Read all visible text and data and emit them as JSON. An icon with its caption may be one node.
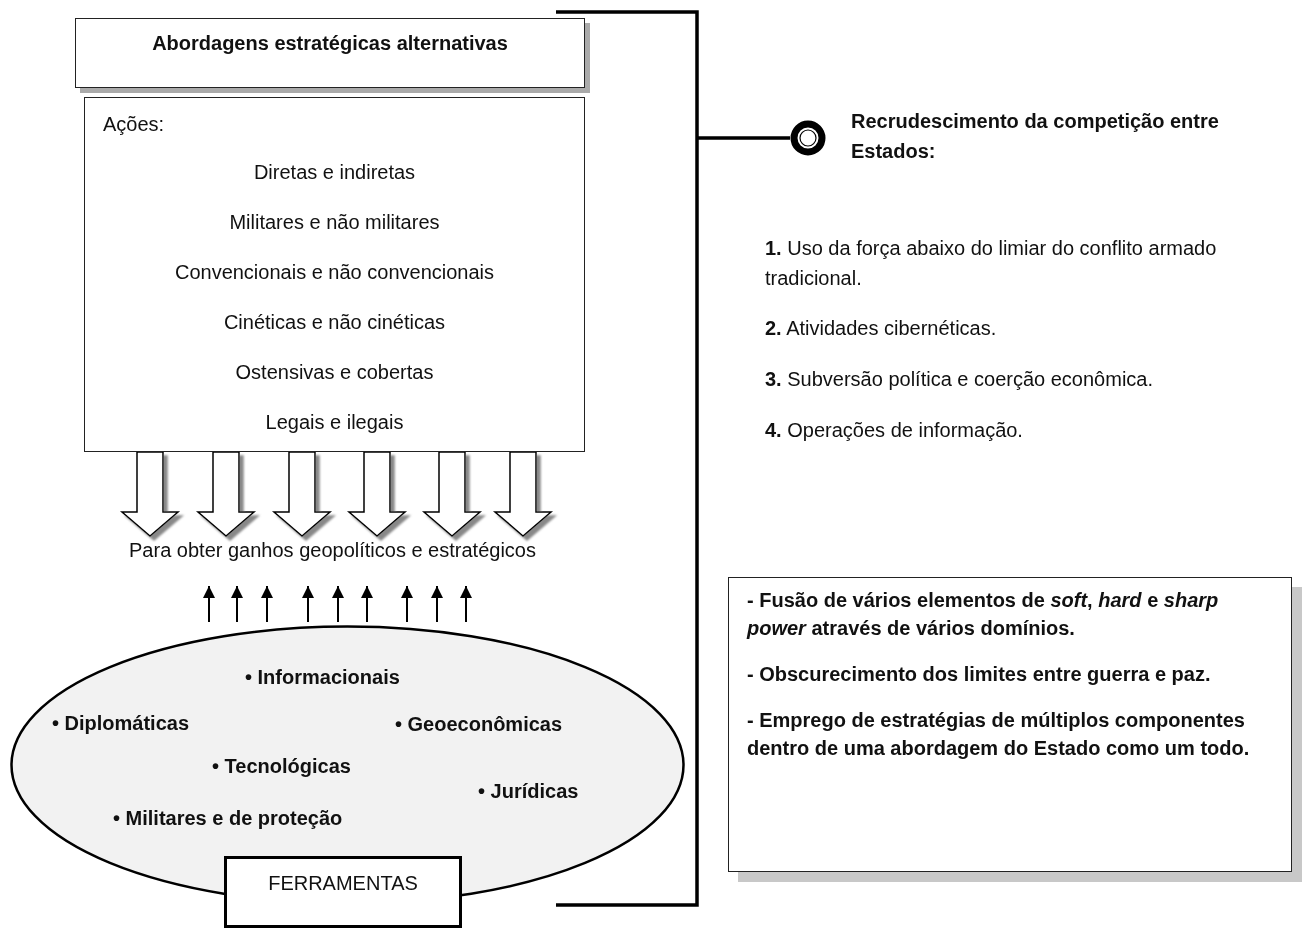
{
  "diagram": {
    "nodes": [
      {
        "text": [
          "Abordagens estratégicas alternativas"
        ]
      },
      {
        "text": [
          "Ações:",
          "Diretas e indiretas",
          "Militares e não militares",
          "Convencionais e não convencionais",
          "Cinéticas e não cinéticas",
          "Ostensivas e cobertas",
          "Legais e ilegais"
        ]
      },
      {
        "text": [
          "Para obter ganhos geopolíticos e estratégicos"
        ]
      },
      {
        "text": [
          "• Informacionais",
          "• Diplomáticas",
          "• Geoeconômicas",
          "• Tecnológicas",
          "• Jurídicas",
          "• Militares e de proteção"
        ]
      },
      {
        "text": [
          "FERRAMENTAS"
        ]
      },
      {
        "text": [],
        "shape": "circle",
        "beside": [
          "Recrudescimento da competição entre Estados:"
        ]
      },
      {
        "text": [
          "- Fusão de vários elementos de *soft*, *hard* e *sharp power* através de vários domínios.",
          "- Obscurecimento dos limites entre guerra e paz.",
          "- Emprego de estratégias de múltiplos componentes dentro de uma abordagem do Estado como um todo."
        ]
      }
    ],
    "edges": [
      {
        "from": 1,
        "to": 2,
        "arrow": "to",
        "style": "thick"
      },
      {
        "from": 1,
        "to": 2,
        "arrow": "to",
        "style": "thick"
      },
      {
        "from": 1,
        "to": 2,
        "arrow": "to",
        "style": "thick"
      },
      {
        "from": 1,
        "to": 2,
        "arrow": "to",
        "style": "thick"
      },
      {
        "from": 1,
        "to": 2,
        "arrow": "to",
        "style": "thick"
      },
      {
        "from": 1,
        "to": 2,
        "arrow": "to",
        "style": "thick"
      },
      {
        "from": 3,
        "to": 2,
        "arrow": "to"
      },
      {
        "from": 3,
        "to": 2,
        "arrow": "to"
      },
      {
        "from": 3,
        "to": 2,
        "arrow": "to"
      },
      {
        "from": 3,
        "to": 2,
        "arrow": "to"
      },
      {
        "from": 3,
        "to": 2,
        "arrow": "to"
      },
      {
        "from": 3,
        "to": 2,
        "arrow": "to"
      },
      {
        "from": 3,
        "to": 2,
        "arrow": "to"
      },
      {
        "from": 3,
        "to": 2,
        "arrow": "to"
      },
      {
        "from": 3,
        "to": 2,
        "arrow": "to"
      }
    ],
    "labels": [
      "**1.** Uso da força abaixo do limiar do conflito armado tradicional.",
      "**2.** Atividades cibernéticas.",
      "**3.** Subversão política e coerção econômica.",
      "**4.** Operações de informação."
    ]
  }
}
